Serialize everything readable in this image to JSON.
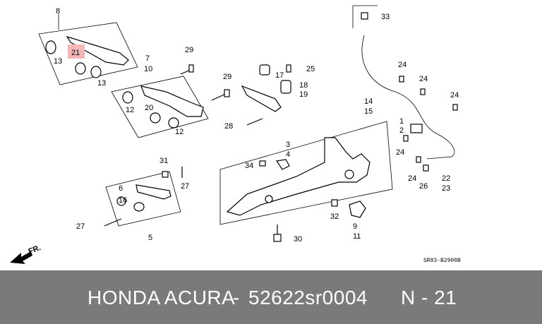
{
  "labels": {
    "c8": "8",
    "c13a": "13",
    "c21": "21",
    "c13b": "13",
    "c7": "7",
    "c10": "10",
    "c12a": "12",
    "c20": "20",
    "c12b": "12",
    "c29a": "29",
    "c29b": "29",
    "c17": "17",
    "c25": "25",
    "c18": "18",
    "c19": "19",
    "c28": "28",
    "c14": "14",
    "c15": "15",
    "c33": "33",
    "c24a": "24",
    "c24b": "24",
    "c24c": "24",
    "c24d": "24",
    "c24e": "24",
    "c1": "1",
    "c2": "2",
    "c26": "26",
    "c22": "22",
    "c23": "23",
    "c3": "3",
    "c4": "4",
    "c34": "34",
    "c31": "31",
    "c27a": "27",
    "c6": "6",
    "c16": "16",
    "c27b": "27",
    "c5": "5",
    "c32": "32",
    "c9": "9",
    "c11": "11",
    "c30": "30",
    "fr": "FR.",
    "drawing_code": "SR83-B2900B"
  },
  "highlight_color": "#f4b6b6",
  "footer": {
    "brand": "HONDA ACURA",
    "separator": "-",
    "part_number": "52622sr0004",
    "ref": "N - 21"
  }
}
